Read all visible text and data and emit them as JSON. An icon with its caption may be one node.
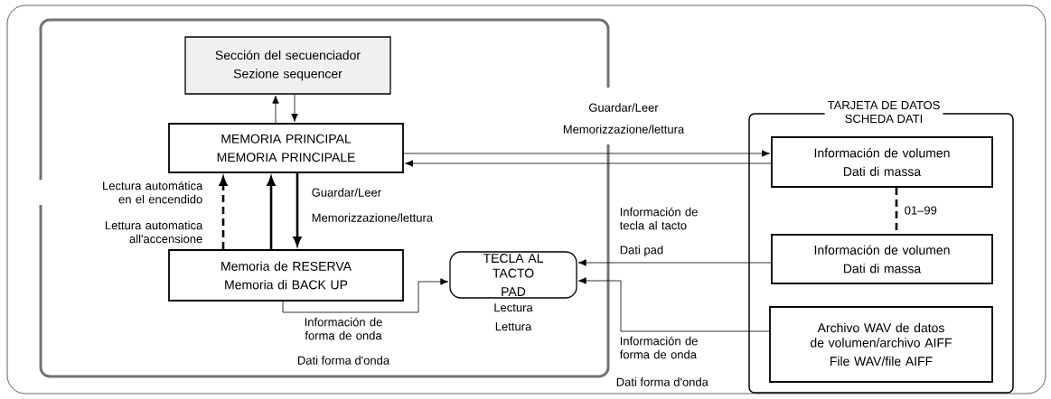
{
  "diagram": {
    "nodes": [
      {
        "text": [],
        "shape": "box"
      },
      {
        "text": [
          "Sección del secuenciador",
          "Sezione sequencer"
        ],
        "in": 0
      },
      {
        "text": [
          "MEMORIA PRINCIPAL",
          "MEMORIA PRINCIPALE"
        ],
        "in": 0
      },
      {
        "text": [
          "Memoria de RESERVA",
          "Memoria di BACK UP"
        ],
        "in": 0
      },
      {
        "text": [
          "TECLA AL TACTO",
          "PAD"
        ],
        "in": 0,
        "beside": [
          "Lectura",
          "Lettura"
        ]
      },
      {
        "text": [
          "TARJETA DE DATOS",
          "SCHEDA DATI"
        ]
      },
      {
        "text": [
          "Información de volumen",
          "Dati di massa"
        ],
        "in": 5
      },
      {
        "text": [
          "Información de volumen",
          "Dati di massa"
        ],
        "in": 5
      },
      {
        "text": [
          "Archivo WAV de datos de volumen/archivo AIFF",
          "File WAV/file AIFF"
        ],
        "in": 5
      }
    ],
    "edges": [
      {
        "from": 2,
        "to": 1,
        "arrow": "to"
      },
      {
        "from": 1,
        "to": 2,
        "arrow": "to"
      },
      {
        "from": 3,
        "to": 2,
        "arrow": "to",
        "style": "dashed",
        "label": "Lectura automática en el encendido"
      },
      {
        "from": 3,
        "to": 2,
        "arrow": "to",
        "style": "thick"
      },
      {
        "from": 2,
        "to": 3,
        "arrow": "to",
        "style": "thick",
        "label": "Guardar/Leer"
      },
      {
        "from": 2,
        "to": 6,
        "arrow": "to",
        "label": "Guardar/Leer"
      },
      {
        "from": 6,
        "to": 2,
        "arrow": "to"
      },
      {
        "from": 6,
        "to": 7,
        "arrow": "none",
        "style": "dashed",
        "label": "01–99"
      },
      {
        "from": 7,
        "to": 4,
        "arrow": "to",
        "label": "Información de tecla al tacto"
      },
      {
        "from": 8,
        "to": 4,
        "arrow": "to",
        "label": "Información de forma de onda"
      },
      {
        "from": 3,
        "to": 4,
        "arrow": "to",
        "label": "Información de forma de onda"
      }
    ],
    "labels": [
      "Lettura automatica all'accensione",
      "Memorizzazione/lettura",
      "Memorizzazione/lettura",
      "Dati pad",
      "Dati forma d'onda",
      "Dati forma d'onda"
    ]
  }
}
